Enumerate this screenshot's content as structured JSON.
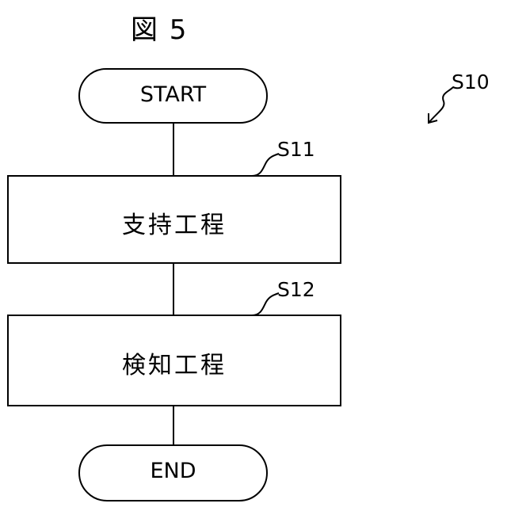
{
  "figure": {
    "title": "図 5"
  },
  "flowchart": {
    "start_label": "START",
    "step1_label": "支持工程",
    "step2_label": "検知工程",
    "end_label": "END"
  },
  "references": {
    "process": "S10",
    "step1": "S11",
    "step2": "S12"
  }
}
